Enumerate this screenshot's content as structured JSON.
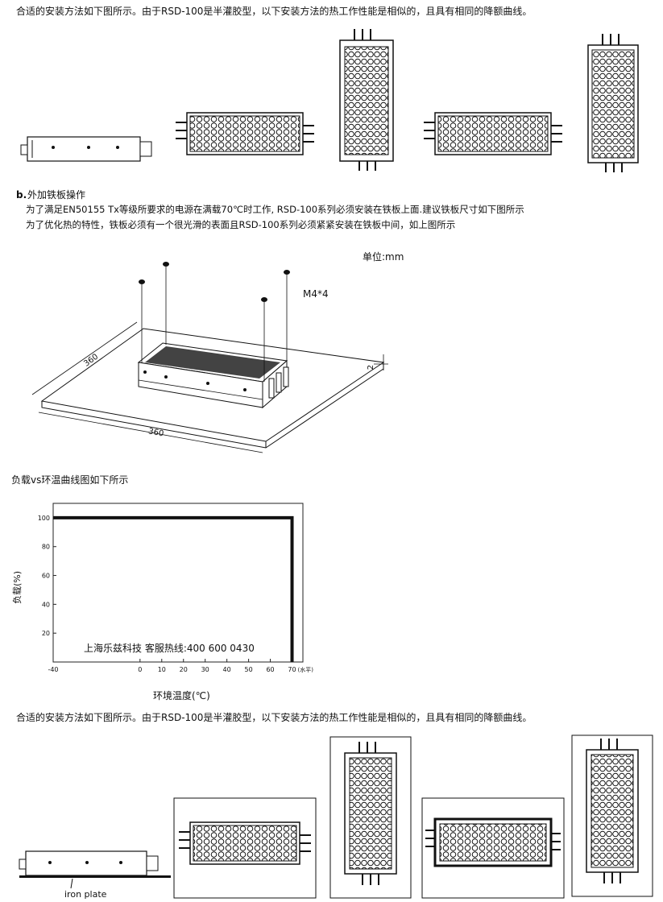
{
  "intro_line": "合适的安装方法如下图所示。由于RSD-100是半灌胶型，以下安装方法的热工作性能是相似的，且具有相同的降额曲线。",
  "section_b": {
    "label": "b.",
    "title": "外加铁板操作",
    "line1": "为了满足EN50155 Tx等级所要求的电源在满载70℃时工作, RSD-100系列必须安装在铁板上面.建议铁板尺寸如下图所示",
    "line2": "为了优化热的特性，铁板必须有一个很光滑的表面且RSD-100系列必须紧紧安装在铁板中间，如上图所示"
  },
  "plate_drawing": {
    "unit": "单位:mm",
    "screw": "M4*4",
    "dim_depth": "360",
    "dim_width": "360",
    "dim_thickness": "2"
  },
  "curve_heading": "负载vs环温曲线图如下所示",
  "chart_data": {
    "type": "line",
    "title": "",
    "xlabel": "环境温度(℃)",
    "ylabel": "负载(%)",
    "x_ticks": [
      "-40",
      "0",
      "10",
      "20",
      "30",
      "40",
      "50",
      "60",
      "70"
    ],
    "x_tick_suffix": "(水平)",
    "y_ticks": [
      "100",
      "80",
      "60",
      "40",
      "20"
    ],
    "xlim": [
      -40,
      75
    ],
    "ylim": [
      0,
      110
    ],
    "series": [
      {
        "values": [
          [
            -40,
            100
          ],
          [
            70,
            100
          ],
          [
            70,
            0
          ]
        ]
      }
    ],
    "grid": false,
    "watermark": "上海乐兹科技 客服热线:400 600 0430"
  },
  "bottom": {
    "intro_line": "合适的安装方法如下图所示。由于RSD-100是半灌胶型，以下安装方法的热工作性能是相似的，且具有相同的降额曲线。",
    "iron_plate_label": "iron plate"
  },
  "icons": {
    "psu_front": "psu-front-view-icon",
    "psu_top": "psu-top-view-icon",
    "screw": "screw-icon"
  }
}
